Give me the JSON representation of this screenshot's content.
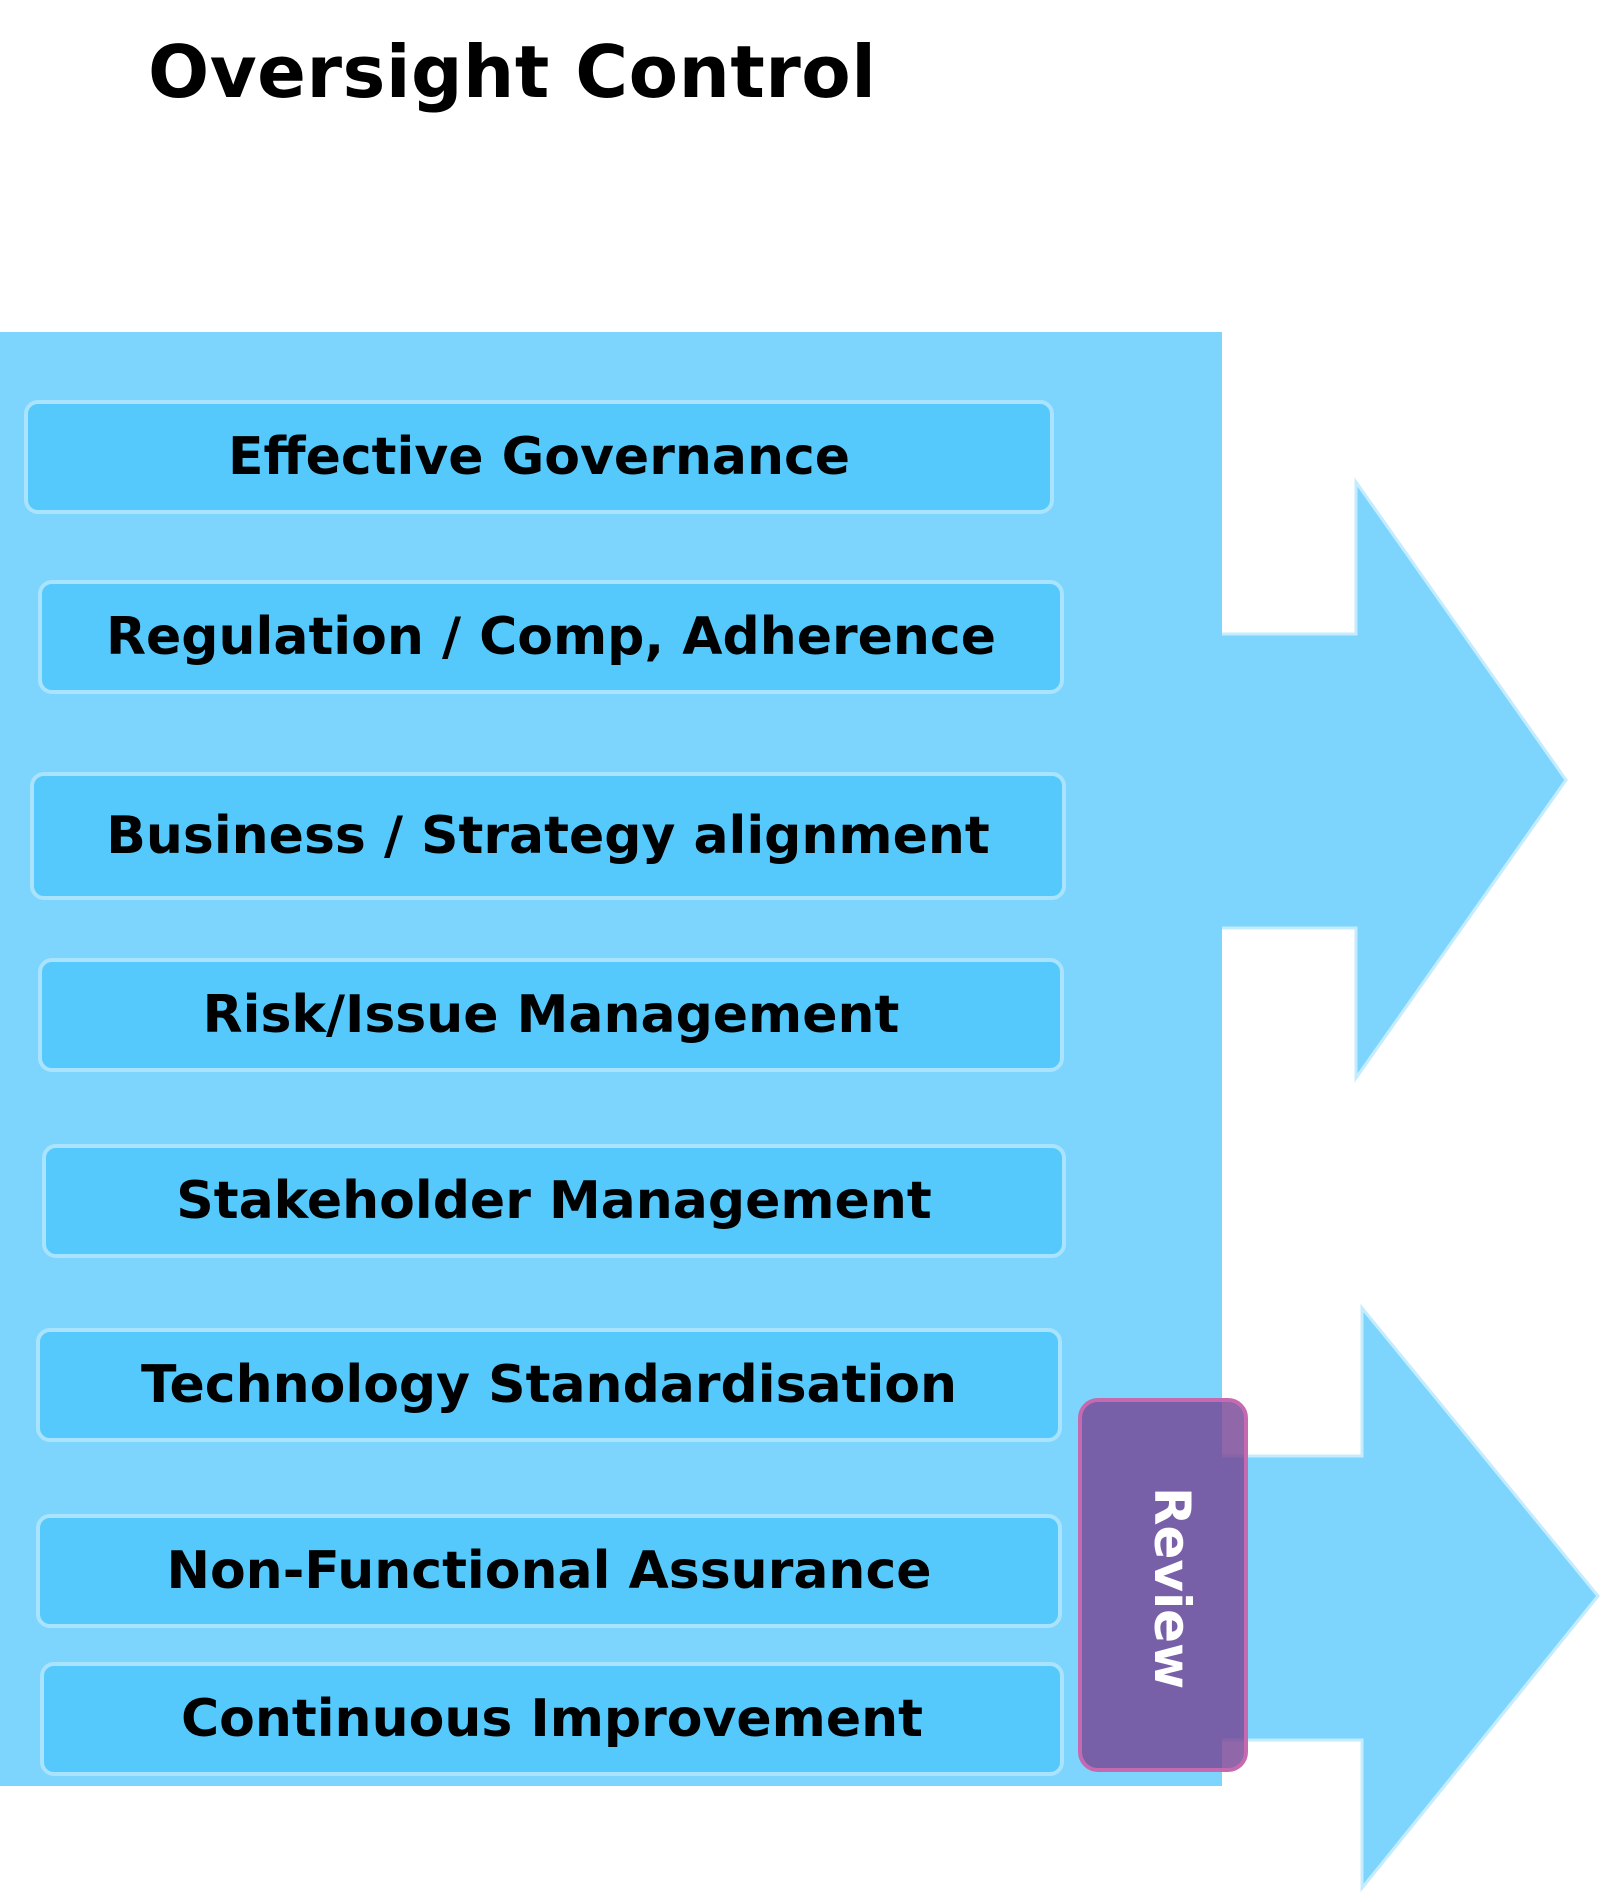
{
  "title": "Oversight Control",
  "items": [
    {
      "label": "Effective Governance"
    },
    {
      "label": "Regulation / Comp, Adherence"
    },
    {
      "label": "Business / Strategy alignment"
    },
    {
      "label": "Risk/Issue Management"
    },
    {
      "label": "Stakeholder Management"
    },
    {
      "label": "Technology Standardisation"
    },
    {
      "label": "Non-Functional Assurance"
    },
    {
      "label": "Continuous Improvement"
    }
  ],
  "review_label": "Review",
  "colors": {
    "panel": "#7dd5fd",
    "item_fill": "#55c9fb",
    "item_border": "#a9e3fd",
    "arrow": "#7dd5fd",
    "review_fill": "#7a4a96",
    "review_border": "#c56ab0"
  }
}
